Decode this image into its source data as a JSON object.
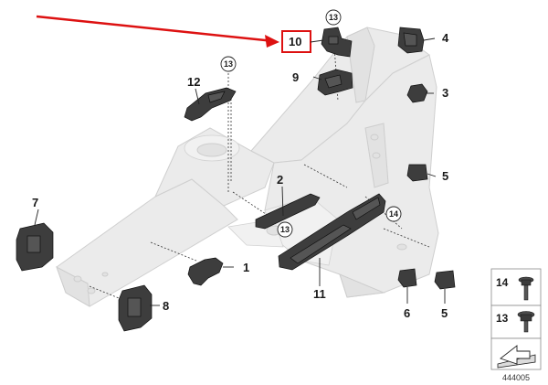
{
  "callouts": {
    "c1": "1",
    "c2": "2",
    "c3": "3",
    "c4": "4",
    "c5a": "5",
    "c5b": "5",
    "c6": "6",
    "c7": "7",
    "c8": "8",
    "c9": "9",
    "c10": "10",
    "c11": "11",
    "c12": "12",
    "c13a": "13",
    "c13b": "13",
    "c13c": "13",
    "c14": "14"
  },
  "legend": {
    "item14": "14",
    "item13": "13"
  },
  "diagram_id": "444005",
  "colors": {
    "highlight": "#dd1111",
    "part": "#3d3d3d",
    "body": "#ebebeb"
  },
  "icons": {
    "arrow": "red-arrow-icon",
    "shim": "shim-wedge-icon"
  }
}
